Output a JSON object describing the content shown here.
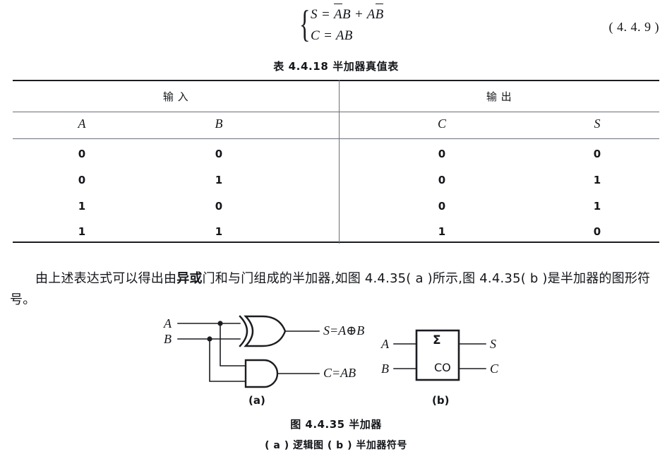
{
  "equation": {
    "brace": "{",
    "line1_prefix": "S = ",
    "line1_term1_bar": "A",
    "line1_term1_rest": "B",
    "line1_plus": " + ",
    "line1_term2_lead": "A",
    "line1_term2_bar": "B",
    "line2": "C = AB",
    "number": "( 4. 4. 9 )"
  },
  "table": {
    "caption": "表 4.4.18   半加器真值表",
    "group_headers": [
      "输    入",
      "输    出"
    ],
    "columns": [
      "A",
      "B",
      "C",
      "S"
    ],
    "rows": [
      [
        "0",
        "0",
        "0",
        "0"
      ],
      [
        "0",
        "1",
        "0",
        "1"
      ],
      [
        "1",
        "0",
        "0",
        "1"
      ],
      [
        "1",
        "1",
        "1",
        "0"
      ]
    ]
  },
  "paragraph": {
    "part1": "由上述表达式可以得出由",
    "bold": "异或",
    "part2": "门和与门组成的半加器,如图 4.4.35( a )所示,图 4.4.35( b )是半加器的图形符号。"
  },
  "figure": {
    "logic": {
      "input_a": "A",
      "input_b": "B",
      "output_sum": "S=A⊕B",
      "output_carry": "C=AB",
      "sublabel": "(a)"
    },
    "symbol": {
      "input_a": "A",
      "input_b": "B",
      "sigma": "Σ",
      "carry_out": "CO",
      "output_s": "S",
      "output_c": "C",
      "sublabel": "(b)"
    },
    "caption_main": "图 4.4.35   半加器",
    "caption_sub": "( a ) 逻辑图   ( b ) 半加器符号"
  },
  "colors": {
    "ink": "#14161a",
    "rule_thin": "#6a6f76",
    "rule_thick": "#1a1c20"
  }
}
